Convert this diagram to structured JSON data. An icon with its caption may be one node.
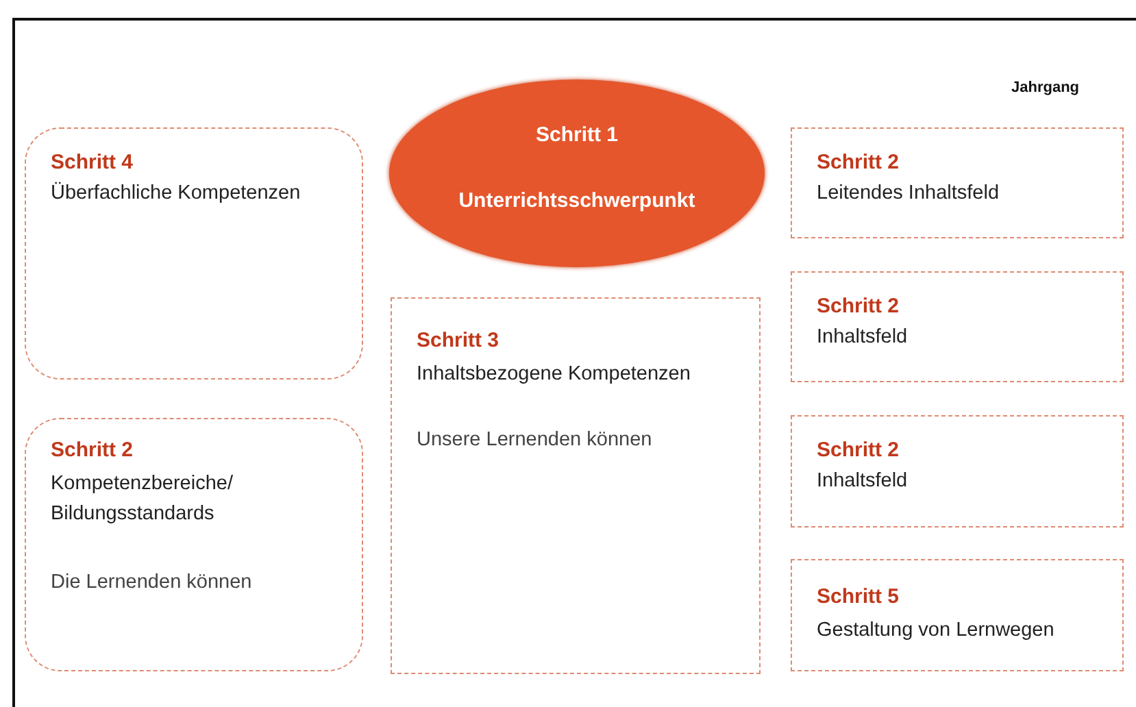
{
  "diagram": {
    "nodes": [
      {
        "text": [
          "Schritt 4",
          "Überfachliche Kompetenzen"
        ]
      },
      {
        "text": [
          "Schritt 1",
          "Unterrichtsschwerpunkt"
        ]
      },
      {
        "text": [
          "Schritt 2",
          "Leitendes Inhaltsfeld"
        ]
      },
      {
        "text": [
          "Schritt 3",
          "Inhaltsbezogene Kompetenzen",
          "Unsere Lernenden können"
        ]
      },
      {
        "text": [
          "Schritt 2",
          "Inhaltsfeld"
        ]
      },
      {
        "text": [
          "Schritt 2",
          "Kompetenzbereiche/ Bildungsstandards",
          "Die Lernenden können"
        ]
      },
      {
        "text": [
          "Schritt 2",
          "Inhaltsfeld"
        ]
      },
      {
        "text": [
          "Schritt 5",
          "Gestaltung von Lernwegen"
        ]
      }
    ],
    "edges": [],
    "labels": [
      "Jahrgang"
    ]
  }
}
